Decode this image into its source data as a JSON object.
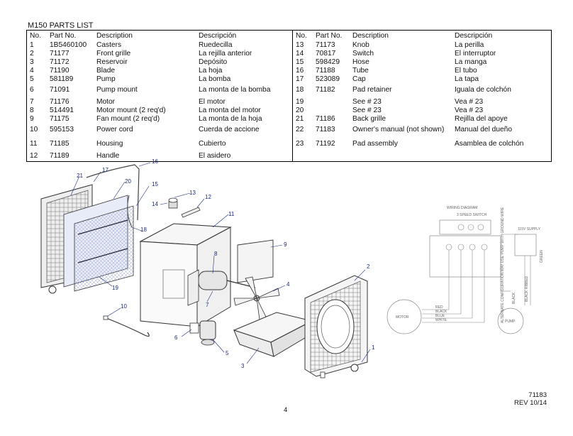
{
  "title": "M150 PARTS LIST",
  "headers": {
    "no": "No.",
    "part": "Part No.",
    "desc": "Description",
    "desc_es": "Descripción"
  },
  "left_rows": [
    {
      "no": "1",
      "part": "1B5460100",
      "desc": "Casters",
      "desc_es": "Ruedecilla"
    },
    {
      "no": "2",
      "part": "71177",
      "desc": "Front grille",
      "desc_es": "La rejilla anterior"
    },
    {
      "no": "3",
      "part": "71172",
      "desc": "Reservoir",
      "desc_es": "Depósito"
    },
    {
      "no": "4",
      "part": "71190",
      "desc": "Blade",
      "desc_es": "La hoja"
    },
    {
      "no": "5",
      "part": "581189",
      "desc": "Pump",
      "desc_es": "La bomba"
    },
    {
      "no": "6",
      "part": "71091",
      "desc": "Pump mount",
      "desc_es": "La monta de la bomba"
    },
    {
      "no": "7",
      "part": "71176",
      "desc": "Motor",
      "desc_es": "El motor"
    },
    {
      "no": "8",
      "part": "514491",
      "desc": "Motor mount (2 req'd)",
      "desc_es": "La monta del motor"
    },
    {
      "no": "9",
      "part": "71175",
      "desc": "Fan mount (2 req'd)",
      "desc_es": "La monta de la hoja"
    },
    {
      "no": "10",
      "part": "595153",
      "desc": "Power cord",
      "desc_es": "Cuerda de accione"
    },
    {
      "no": "11",
      "part": "71185",
      "desc": "Housing",
      "desc_es": "Cubierto"
    },
    {
      "no": "12",
      "part": "71189",
      "desc": "Handle",
      "desc_es": "El asidero"
    }
  ],
  "right_rows": [
    {
      "no": "13",
      "part": "71173",
      "desc": "Knob",
      "desc_es": "La perilla"
    },
    {
      "no": "14",
      "part": "70817",
      "desc": "Switch",
      "desc_es": "El interruptor"
    },
    {
      "no": "15",
      "part": "598429",
      "desc": "Hose",
      "desc_es": "La manga"
    },
    {
      "no": "16",
      "part": "71188",
      "desc": "Tube",
      "desc_es": "El tubo"
    },
    {
      "no": "17",
      "part": "523089",
      "desc": "Cap",
      "desc_es": "La tapa"
    },
    {
      "no": "18",
      "part": "71182",
      "desc": "Pad retainer",
      "desc_es": "Iguala de colchón"
    },
    {
      "no": "19",
      "part": "",
      "desc": "See # 23",
      "desc_es": "Vea # 23"
    },
    {
      "no": "20",
      "part": "",
      "desc": "See # 23",
      "desc_es": "Vea # 23"
    },
    {
      "no": "21",
      "part": "71186",
      "desc": "Back grille",
      "desc_es": "Rejilla del apoye"
    },
    {
      "no": "22",
      "part": "71183",
      "desc": "Owner's manual (not shown)",
      "desc_es": "Manual del dueño"
    },
    {
      "no": "23",
      "part": "71192",
      "desc": "Pad assembly",
      "desc_es": "Asamblea de colchón"
    },
    {
      "no": "",
      "part": "",
      "desc": "",
      "desc_es": ""
    }
  ],
  "callouts": [
    "1",
    "2",
    "3",
    "4",
    "5",
    "6",
    "7",
    "8",
    "9",
    "10",
    "11",
    "12",
    "13",
    "14",
    "15",
    "16",
    "17",
    "18",
    "19",
    "20",
    "21"
  ],
  "wiring": {
    "title": "WIRING DIAGRAM",
    "switch_label": "3 SPEED SWITCH",
    "supply_label": "115V SUPPLY",
    "motor": "MOTOR",
    "pump": "PUMP",
    "wires": [
      "RED",
      "BLACK",
      "BLUE",
      "WHITE"
    ],
    "note": "ALTERNATE CONFIGURATION MAY USE PUMP WITH GROUND WIRE",
    "black": "BLACK",
    "black_ribbed": "BLACK RIBBED",
    "green": "GREEN"
  },
  "doc_number": "71183",
  "revision": "REV 10/14",
  "page_number": "4"
}
